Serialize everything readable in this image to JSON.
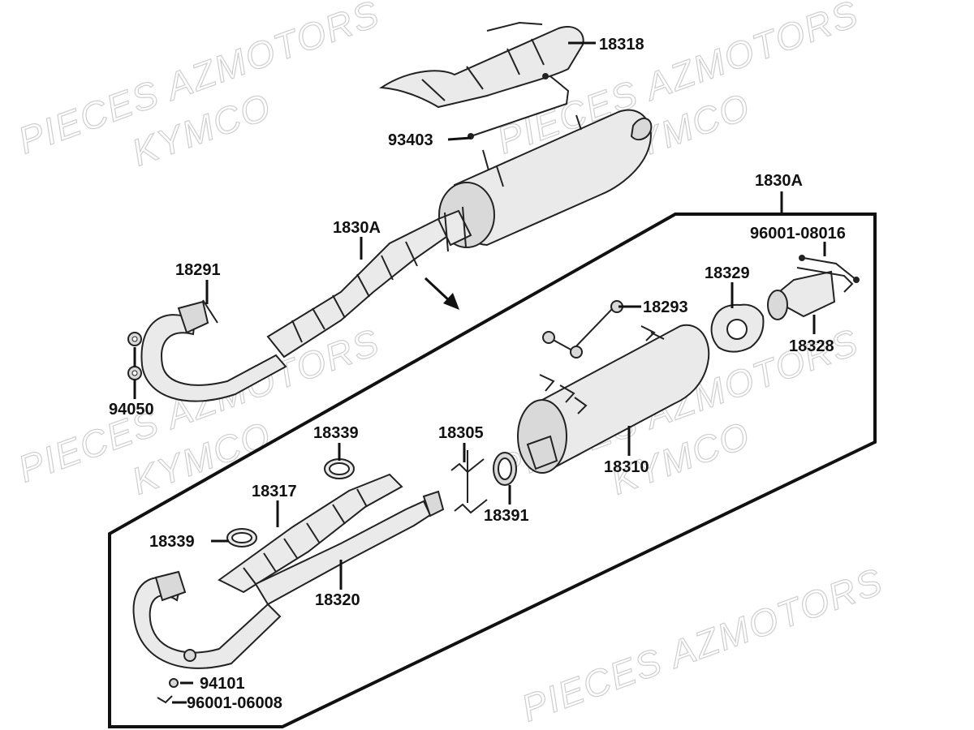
{
  "watermarks": {
    "line1": "PIECES AZMOTORS",
    "line2": "KYMCO"
  },
  "labels": {
    "p18318": "18318",
    "p93403": "93403",
    "p1830A_top": "1830A",
    "p1830A_box": "1830A",
    "p96001_08016": "96001-08016",
    "p18291": "18291",
    "p18329": "18329",
    "p18293": "18293",
    "p18328": "18328",
    "p94050": "94050",
    "p18339_a": "18339",
    "p18305": "18305",
    "p18310": "18310",
    "p18317": "18317",
    "p18391": "18391",
    "p18339_b": "18339",
    "p18320": "18320",
    "p94101": "94101",
    "p96001_06008": "96001-06008"
  },
  "colors": {
    "outline": "#222222",
    "part_fill": "#eaeaea",
    "watermark": "#cfcfcf"
  }
}
